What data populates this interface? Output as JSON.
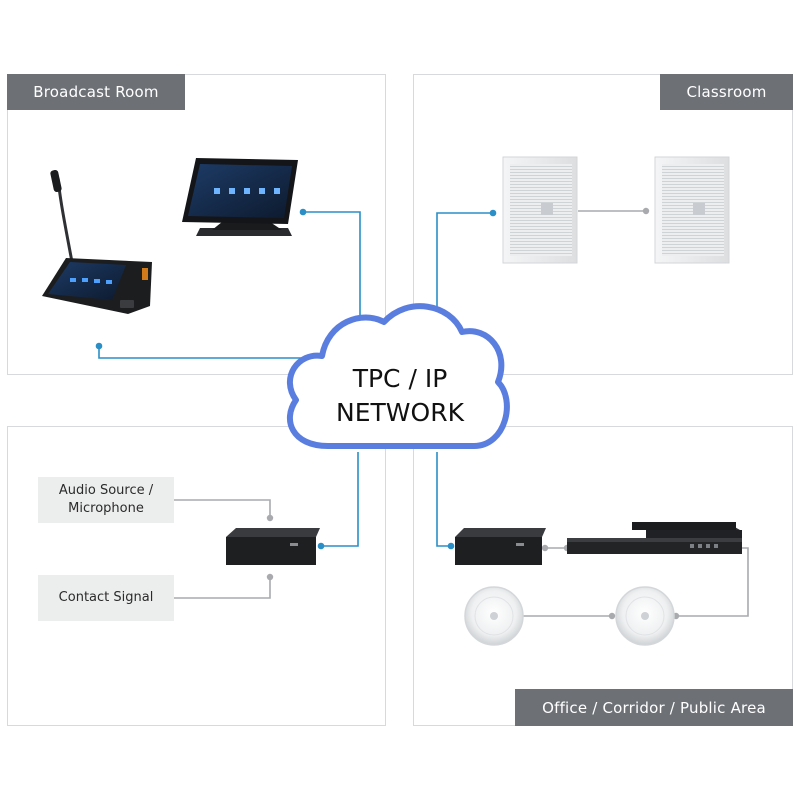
{
  "areas": {
    "broadcast_room": "Broadcast Room",
    "classroom": "Classroom",
    "office": "Office / Corridor / Public Area"
  },
  "network": {
    "line1": "TPC / IP",
    "line2": "NETWORK"
  },
  "inputs": {
    "audio_source_line1": "Audio Source /",
    "audio_source_line2": "Microphone",
    "contact_signal": "Contact Signal"
  },
  "colors": {
    "link_blue": "#2a8fc7",
    "gray_link": "#a8aaad",
    "cloud_stroke": "#5a7de0",
    "tag_bg": "#6d7176"
  }
}
